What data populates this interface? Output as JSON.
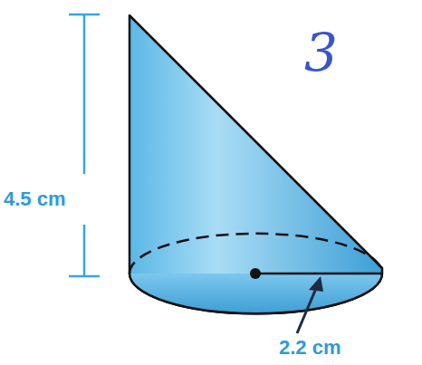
{
  "diagram": {
    "labels": [
      "4.5 cm",
      "2.2 cm",
      "3"
    ]
  }
}
